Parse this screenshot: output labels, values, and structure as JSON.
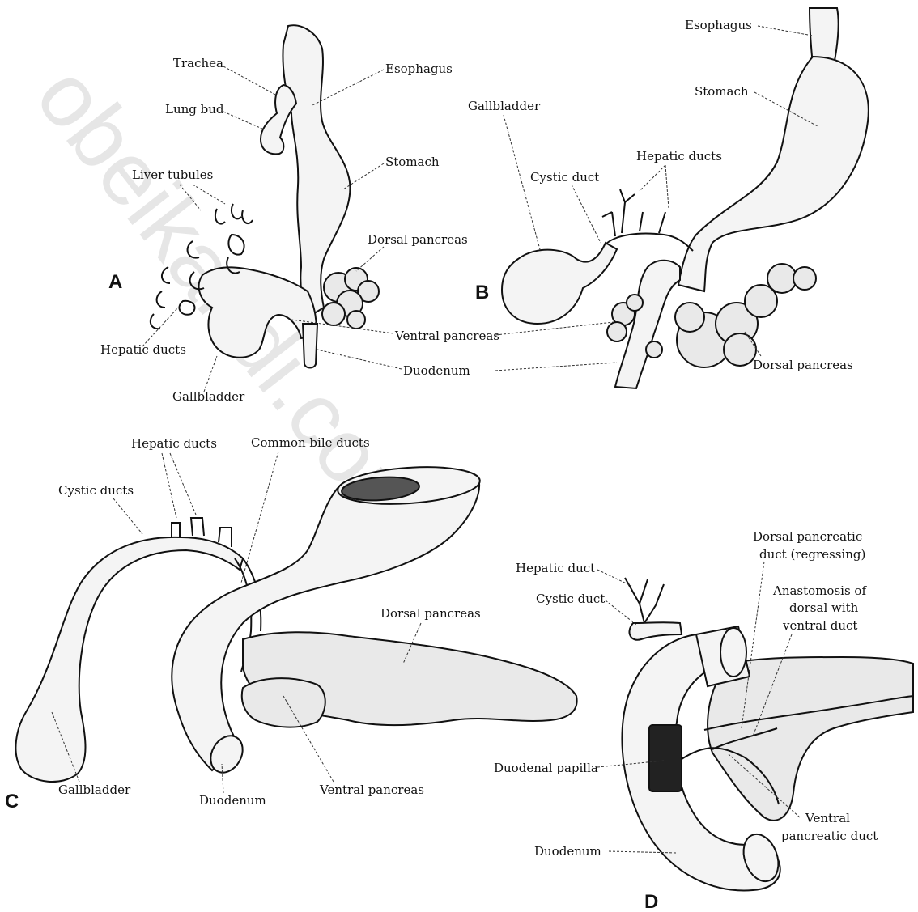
{
  "watermark": "obeikandi.com",
  "panels": {
    "A": {
      "letter": "A",
      "labels": {
        "trachea": "Trachea",
        "lung_bud": "Lung bud",
        "esophagus": "Esophagus",
        "stomach": "Stomach",
        "liver_tubules": "Liver tubules",
        "dorsal_pancreas": "Dorsal pancreas",
        "hepatic_ducts": "Hepatic ducts",
        "gallbladder": "Gallbladder"
      }
    },
    "B": {
      "letter": "B",
      "labels": {
        "esophagus": "Esophagus",
        "stomach": "Stomach",
        "gallbladder": "Gallbladder",
        "hepatic_ducts": "Hepatic ducts",
        "cystic_duct": "Cystic duct",
        "dorsal_pancreas": "Dorsal pancreas"
      }
    },
    "AB_shared": {
      "ventral_pancreas": "Ventral pancreas",
      "duodenum": "Duodenum"
    },
    "C": {
      "letter": "C",
      "labels": {
        "hepatic_ducts": "Hepatic ducts",
        "common_bile_ducts": "Common bile ducts",
        "cystic_ducts": "Cystic ducts",
        "dorsal_pancreas": "Dorsal pancreas",
        "gallbladder": "Gallbladder",
        "duodenum": "Duodenum",
        "ventral_pancreas": "Ventral pancreas"
      }
    },
    "D": {
      "letter": "D",
      "labels": {
        "dorsal_pancreatic_duct_line1": "Dorsal pancreatic",
        "dorsal_pancreatic_duct_line2": "duct (regressing)",
        "hepatic_duct": "Hepatic duct",
        "anastomosis_line1": "Anastomosis of",
        "anastomosis_line2": "dorsal with",
        "anastomosis_line3": "ventral duct",
        "cystic_duct": "Cystic duct",
        "duodenal_papilla": "Duodenal papilla",
        "ventral_pancreatic_duct_line1": "Ventral",
        "ventral_pancreatic_duct_line2": "pancreatic duct",
        "duodenum": "Duodenum"
      }
    }
  }
}
